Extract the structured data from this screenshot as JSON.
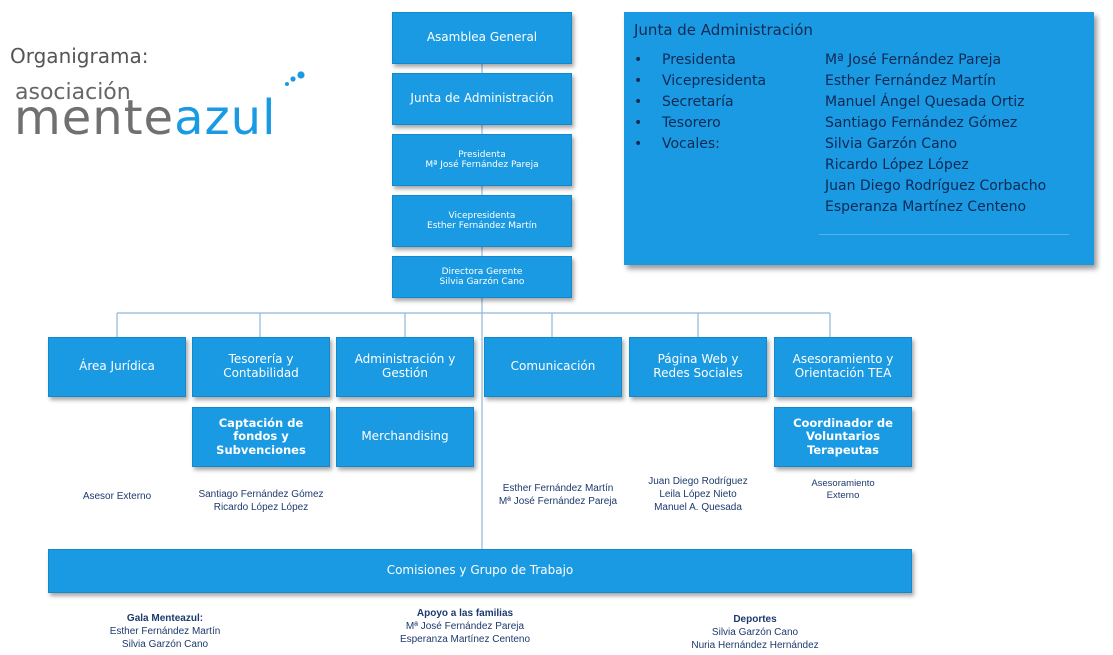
{
  "header": {
    "title": "Organigrama:",
    "logo_small": "asociación",
    "logo_part1": "mente",
    "logo_part2": "azul"
  },
  "chain": [
    {
      "lines": [
        "Asamblea General"
      ]
    },
    {
      "lines": [
        "Junta de Administración"
      ]
    },
    {
      "lines": [
        "Presidenta",
        "Mª José Fernández Pareja"
      ]
    },
    {
      "lines": [
        "Vicepresidenta",
        "Esther Fernández Martín"
      ]
    },
    {
      "lines": [
        "Directora Gerente",
        "Silvia Garzón Cano"
      ]
    }
  ],
  "junta": {
    "title": "Junta de Administración",
    "bullet": "•",
    "rows": [
      {
        "role": "Presidenta",
        "name": "Mª José Fernández Pareja"
      },
      {
        "role": "Vicepresidenta",
        "name": "Esther Fernández Martín"
      },
      {
        "role": "Secretaría",
        "name": "Manuel Ángel Quesada Ortiz"
      },
      {
        "role": "Tesorero",
        "name": "Santiago Fernández Gómez"
      },
      {
        "role": "Vocales:",
        "name": "Silvia Garzón Cano"
      },
      {
        "role": "",
        "name": "Ricardo López López"
      },
      {
        "role": "",
        "name": "Juan Diego Rodríguez Corbacho"
      },
      {
        "role": "",
        "name": "Esperanza Martínez Centeno"
      }
    ]
  },
  "areas": [
    {
      "lines": [
        "Área Jurídica"
      ]
    },
    {
      "lines": [
        "Tesorería y",
        "Contabilidad"
      ]
    },
    {
      "lines": [
        "Administración y",
        "Gestión"
      ]
    },
    {
      "lines": [
        "Comunicación"
      ]
    },
    {
      "lines": [
        "Página Web y",
        "Redes Sociales"
      ]
    },
    {
      "lines": [
        "Asesoramiento y",
        "Orientación TEA"
      ]
    }
  ],
  "subareas": [
    {
      "lines": [
        "Captación de",
        "fondos y",
        "Subvenciones"
      ]
    },
    {
      "lines": [
        "Merchandising"
      ]
    },
    {
      "lines": [
        "Coordinador de",
        "Voluntarios",
        "Terapeutas"
      ]
    }
  ],
  "notes": [
    {
      "lines": [
        "Asesor Externo"
      ]
    },
    {
      "lines": [
        "Santiago Fernández Gómez",
        "Ricardo López López"
      ]
    },
    {
      "lines": [
        "Esther Fernández Martín",
        "Mª José Fernández Pareja"
      ]
    },
    {
      "lines": [
        "Juan Diego Rodríguez",
        "Leila López Nieto",
        "Manuel A. Quesada"
      ]
    },
    {
      "lines": [
        "Asesoramiento",
        "Externo"
      ]
    }
  ],
  "comisiones": {
    "label": "Comisiones y Grupo de Trabajo"
  },
  "groups": [
    {
      "head": "Gala Menteazul:",
      "lines": [
        "Esther Fernández Martín",
        "Silvia Garzón Cano"
      ]
    },
    {
      "head": "Apoyo a las familias",
      "lines": [
        "Mª José Fernández Pareja",
        "Esperanza Martínez Centeno"
      ]
    },
    {
      "head": "Deportes",
      "lines": [
        "Silvia Garzón Cano",
        "Nuria Hernández Hernández"
      ]
    }
  ],
  "colors": {
    "box": "#1a9ae2",
    "line": "#8fb8d8",
    "text_dark": "#1d3a6e"
  }
}
